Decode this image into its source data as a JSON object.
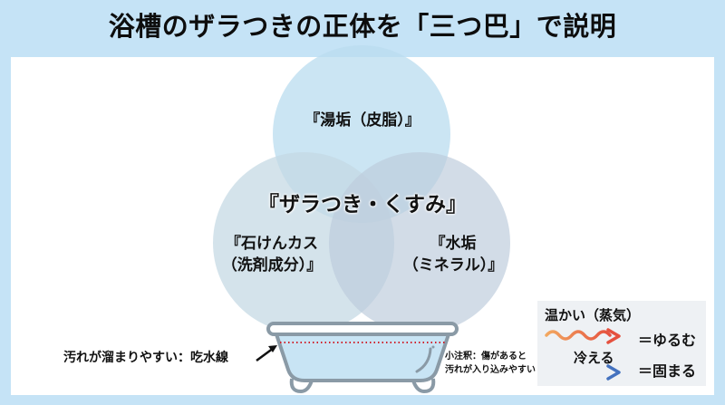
{
  "title": "浴槽のザラつきの正体を「三つ巴」で説明",
  "venn": {
    "top": {
      "label": "『湯垢（皮脂）』",
      "color": "#b9dcef"
    },
    "left": {
      "label_line1": "『石けんカス",
      "label_line2": "（洗剤成分）』",
      "color": "#cddde6"
    },
    "right": {
      "label_line1": "『水垢",
      "label_line2": "（ミネラル）』",
      "color": "#ccd6e3"
    },
    "center": {
      "label": "『ザラつき・くすみ』"
    }
  },
  "bathtub": {
    "waterline_note": "汚れが溜まりやすい：吃水線",
    "scratch_note_line1": "小注釈：傷があると",
    "scratch_note_line2": "汚れが入り込みやすい",
    "water_color": "#c8e4f4",
    "outline_color": "#8a9aa6",
    "waterline_color": "#d0202a"
  },
  "legend": {
    "warm": {
      "label": "温かい（蒸気）",
      "result": "＝ゆるむ",
      "arrow_from": "#f2a860",
      "arrow_to": "#e5513f"
    },
    "cool": {
      "label": "冷える",
      "result": "＝固まる",
      "arrow_from": "#a8cce8",
      "arrow_to": "#4472bf"
    }
  },
  "colors": {
    "background": "#c5e3f6",
    "card": "#ffffff",
    "legend_bg": "#eef1f4"
  }
}
